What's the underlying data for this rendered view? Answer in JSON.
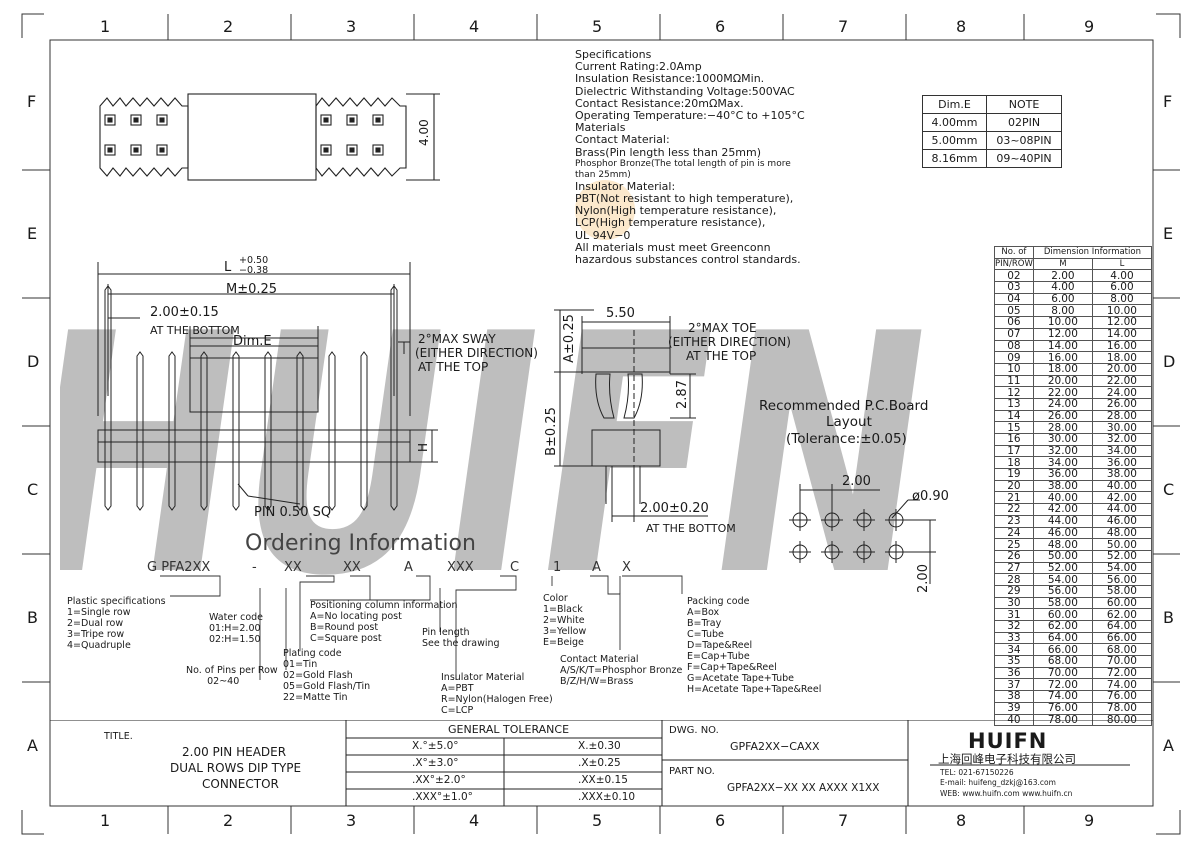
{
  "border": {
    "columns": [
      "1",
      "2",
      "3",
      "4",
      "5",
      "6",
      "7",
      "8",
      "9"
    ],
    "rows": [
      "F",
      "E",
      "D",
      "C",
      "B",
      "A"
    ]
  },
  "watermark": {
    "text": "HUIFN",
    "color": "#9fb3d6",
    "dot_color": "#f2b04a"
  },
  "specs": {
    "lines": [
      "Specifications",
      "Current Rating:2.0Amp",
      "Insulation Resistance:1000MΩMin.",
      "Dielectric Withstanding Voltage:500VAC",
      "Contact Resistance:20mΩMax.",
      "Operating Temperature:−40°C to +105°C",
      "Materials",
      "Contact Material:",
      "Brass(Pin length less than 25mm)"
    ],
    "small_lines": [
      "Phosphor Bronze(The total length of pin is more",
      "than 25mm)"
    ],
    "lines2": [
      "Insulator Material:",
      "PBT(Not resistant to high temperature),",
      "Nylon(High temperature resistance),",
      "LCP(High temperature resistance),",
      "UL 94V−0",
      "All materials must meet Greenconn",
      "hazardous substances control standards."
    ]
  },
  "dim_table": {
    "headers": [
      "Dim.E",
      "NOTE"
    ],
    "rows": [
      [
        "4.00mm",
        "02PIN"
      ],
      [
        "5.00mm",
        "03~08PIN"
      ],
      [
        "8.16mm",
        "09~40PIN"
      ]
    ]
  },
  "pin_table": {
    "header_left": "No. of",
    "header_left2": "PIN/ROW",
    "header_right": "Dimension Information",
    "col_m": "M",
    "col_l": "L",
    "rows": [
      [
        "02",
        "2.00",
        "4.00"
      ],
      [
        "03",
        "4.00",
        "6.00"
      ],
      [
        "04",
        "6.00",
        "8.00"
      ],
      [
        "05",
        "8.00",
        "10.00"
      ],
      [
        "06",
        "10.00",
        "12.00"
      ],
      [
        "07",
        "12.00",
        "14.00"
      ],
      [
        "08",
        "14.00",
        "16.00"
      ],
      [
        "09",
        "16.00",
        "18.00"
      ],
      [
        "10",
        "18.00",
        "20.00"
      ],
      [
        "11",
        "20.00",
        "22.00"
      ],
      [
        "12",
        "22.00",
        "24.00"
      ],
      [
        "13",
        "24.00",
        "26.00"
      ],
      [
        "14",
        "26.00",
        "28.00"
      ],
      [
        "15",
        "28.00",
        "30.00"
      ],
      [
        "16",
        "30.00",
        "32.00"
      ],
      [
        "17",
        "32.00",
        "34.00"
      ],
      [
        "18",
        "34.00",
        "36.00"
      ],
      [
        "19",
        "36.00",
        "38.00"
      ],
      [
        "20",
        "38.00",
        "40.00"
      ],
      [
        "21",
        "40.00",
        "42.00"
      ],
      [
        "22",
        "42.00",
        "44.00"
      ],
      [
        "23",
        "44.00",
        "46.00"
      ],
      [
        "24",
        "46.00",
        "48.00"
      ],
      [
        "25",
        "48.00",
        "50.00"
      ],
      [
        "26",
        "50.00",
        "52.00"
      ],
      [
        "27",
        "52.00",
        "54.00"
      ],
      [
        "28",
        "54.00",
        "56.00"
      ],
      [
        "29",
        "56.00",
        "58.00"
      ],
      [
        "30",
        "58.00",
        "60.00"
      ],
      [
        "31",
        "60.00",
        "62.00"
      ],
      [
        "32",
        "62.00",
        "64.00"
      ],
      [
        "33",
        "64.00",
        "66.00"
      ],
      [
        "34",
        "66.00",
        "68.00"
      ],
      [
        "35",
        "68.00",
        "70.00"
      ],
      [
        "36",
        "70.00",
        "72.00"
      ],
      [
        "37",
        "72.00",
        "74.00"
      ],
      [
        "38",
        "74.00",
        "76.00"
      ],
      [
        "39",
        "76.00",
        "78.00"
      ],
      [
        "40",
        "78.00",
        "80.00"
      ]
    ]
  },
  "dims": {
    "top_height": "4.00",
    "L": "L",
    "L_plus": "+0.50",
    "L_minus": "−0.38",
    "M": "M±0.25",
    "pitch": "2.00±0.15",
    "pitch_note": "AT THE BOTTOM",
    "dim_e": "Dim.E",
    "sway1": "2°MAX SWAY",
    "sway2": "(EITHER DIRECTION)",
    "sway3": "AT THE TOP",
    "H": "H",
    "pin_sq": "PIN 0.50 SQ",
    "side_width": "5.50",
    "side_a": "A±0.25",
    "side_b": "B±0.25",
    "side_287": "2.87",
    "toe1": "2°MAX TOE",
    "toe2": "(EITHER DIRECTION)",
    "toe3": "AT THE TOP",
    "row_pitch": "2.00±0.20",
    "row_pitch_note": "AT THE BOTTOM"
  },
  "pcb": {
    "title1": "Recommended P.C.Board",
    "title2": "Layout",
    "title3": "(Tolerance:±0.05)",
    "pitch_x": "2.00",
    "pitch_y": "2.00",
    "hole": "ø0.90"
  },
  "ordering": {
    "title": "Ordering Information",
    "code": [
      "G PFA2XX",
      "-",
      "XX",
      "XX",
      "A",
      "XXX",
      "C",
      "1",
      "A",
      "X"
    ],
    "plastic": "Plastic specifications\n1=Single row\n2=Dual row\n3=Tripe row\n4=Quadruple",
    "water": "Water code\n01:H=2.00\n02:H=1.50",
    "pins": "No. of Pins per Row\n       02~40",
    "plating": "Plating code\n01=Tin\n02=Gold Flash\n05=Gold Flash/Tin\n22=Matte Tin",
    "positioning": "Positioning column information\nA=No locating post\nB=Round post\nC=Square post",
    "pin_length": "Pin length\nSee the drawing",
    "insulator": "Insulator Material\nA=PBT\nR=Nylon(Halogen Free)\nC=LCP",
    "color": "Color\n1=Black\n2=White\n3=Yellow\nE=Beige",
    "contact": "Contact Material\nA/S/K/T=Phosphor Bronze\nB/Z/H/W=Brass",
    "packing": "Packing code\nA=Box\nB=Tray\nC=Tube\nD=Tape&Reel\nE=Cap+Tube\nF=Cap+Tape&Reel\nG=Acetate Tape+Tube\nH=Acetate Tape+Tape&Reel"
  },
  "title_block": {
    "title_label": "TITLE.",
    "title_lines": [
      "2.00 PIN HEADER",
      "DUAL ROWS DIP TYPE",
      "CONNECTOR"
    ],
    "tolerance_header": "GENERAL TOLERANCE",
    "tolerance": [
      [
        "X.°±5.0°",
        "X.±0.30"
      ],
      [
        ".X°±3.0°",
        ".X±0.25"
      ],
      [
        ".XX°±2.0°",
        ".XX±0.15"
      ],
      [
        ".XXX°±1.0°",
        ".XXX±0.10"
      ]
    ],
    "dwg_label": "DWG. NO.",
    "dwg_value": "GPFA2XX−CAXX",
    "part_label": "PART NO.",
    "part_value": "GPFA2XX−XX XX AXXX X1XX",
    "logo": "HUIFN",
    "company": "上海回峰电子科技有限公司",
    "tel": "TEL: 021-67150226",
    "email": "E-mail: huifeng_dzkj@163.com",
    "web": "WEB: www.huifn.com  www.huifn.cn"
  }
}
